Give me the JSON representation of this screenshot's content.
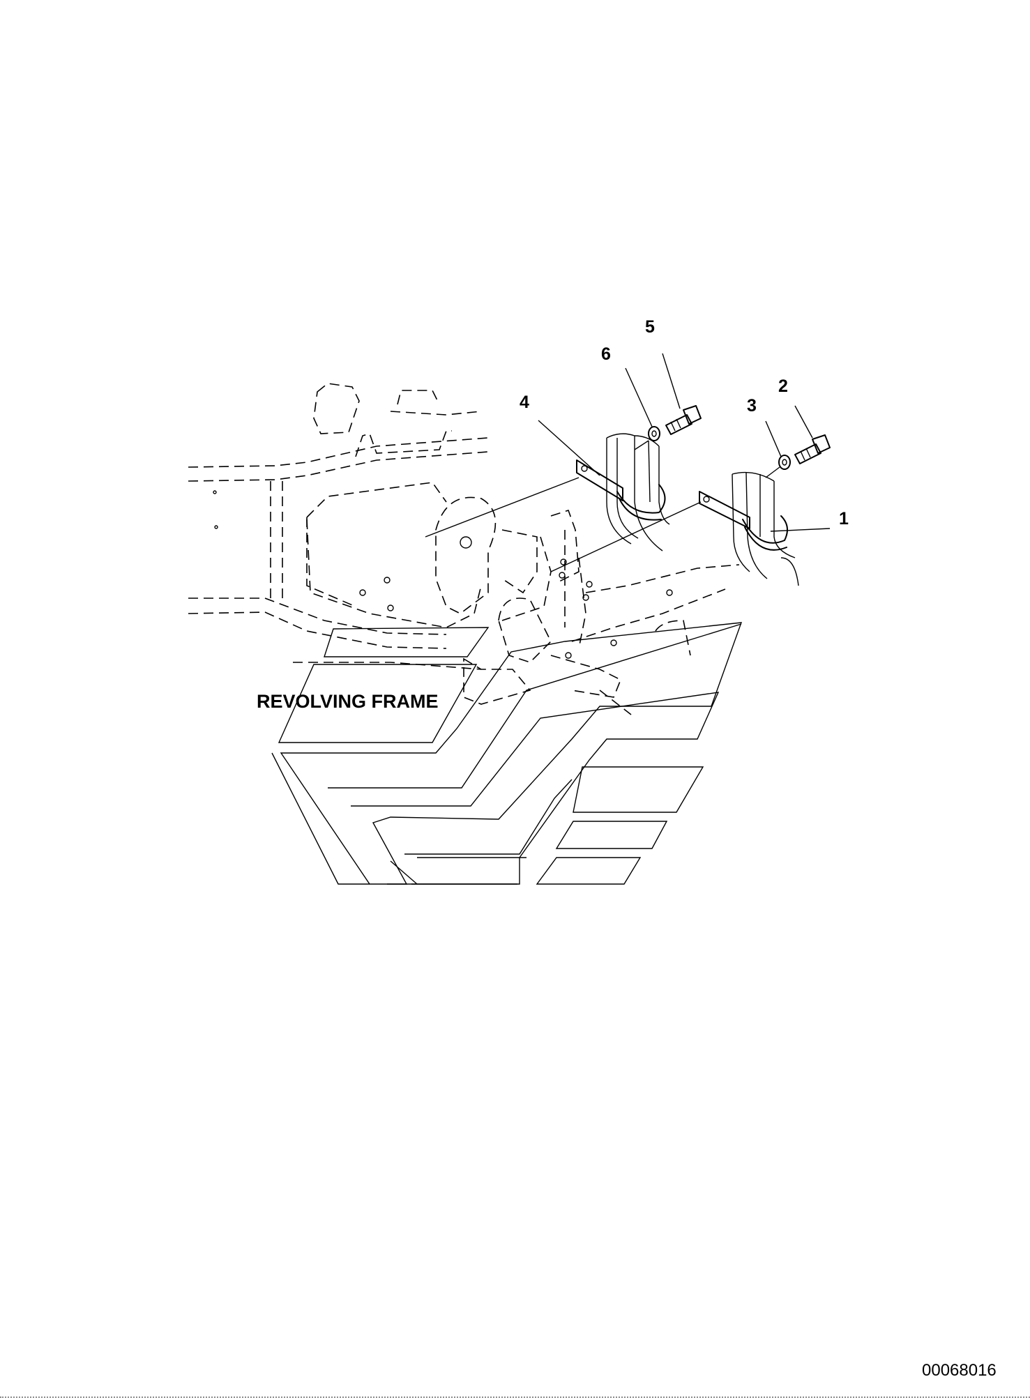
{
  "diagram": {
    "frame_label": "REVOLVING FRAME",
    "drawing_number": "00068016",
    "callouts": [
      {
        "id": "callout-1",
        "label": "1"
      },
      {
        "id": "callout-2",
        "label": "2"
      },
      {
        "id": "callout-3",
        "label": "3"
      },
      {
        "id": "callout-4",
        "label": "4"
      },
      {
        "id": "callout-5",
        "label": "5"
      },
      {
        "id": "callout-6",
        "label": "6"
      }
    ]
  }
}
